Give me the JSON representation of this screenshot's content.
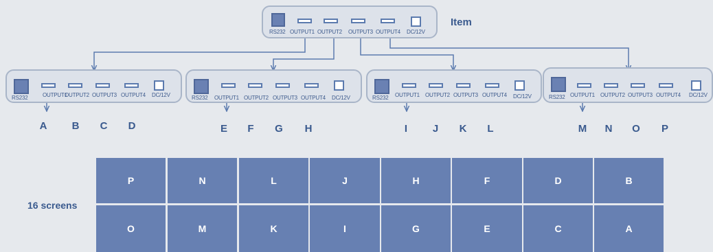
{
  "item_label": "Item",
  "screens_label": "16 screens",
  "main_box": {
    "ports": [
      "RS232",
      "OUTPUT1",
      "OUTPUT2",
      "OUTPUT3",
      "OUTPUT4",
      "DC/12V"
    ]
  },
  "sub_boxes": [
    {
      "ports": [
        "RS232",
        "OUTPUT1",
        "OUTPUT2",
        "OUTPUT3",
        "OUTPUT4",
        "DC/12V"
      ],
      "letters": [
        "A",
        "B",
        "C",
        "D"
      ]
    },
    {
      "ports": [
        "RS232",
        "OUTPUT1",
        "OUTPUT2",
        "OUTPUT3",
        "OUTPUT4",
        "DC/12V"
      ],
      "letters": [
        "E",
        "F",
        "G",
        "H"
      ]
    },
    {
      "ports": [
        "RS232",
        "OUTPUT1",
        "OUTPUT2",
        "OUTPUT3",
        "OUTPUT4",
        "DC/12V"
      ],
      "letters": [
        "I",
        "J",
        "K",
        "L"
      ]
    },
    {
      "ports": [
        "RS232",
        "OUTPUT1",
        "OUTPUT2",
        "OUTPUT3",
        "OUTPUT4",
        "DC/12V"
      ],
      "letters": [
        "M",
        "N",
        "O",
        "P"
      ]
    }
  ],
  "grid": {
    "row1": [
      "P",
      "N",
      "L",
      "J",
      "H",
      "F",
      "D",
      "B"
    ],
    "row2": [
      "O",
      "M",
      "K",
      "I",
      "G",
      "E",
      "C",
      "A"
    ]
  },
  "colors": {
    "cell": "#6780b2",
    "accent": "#3a5a8e",
    "line": "#5b7aae"
  }
}
